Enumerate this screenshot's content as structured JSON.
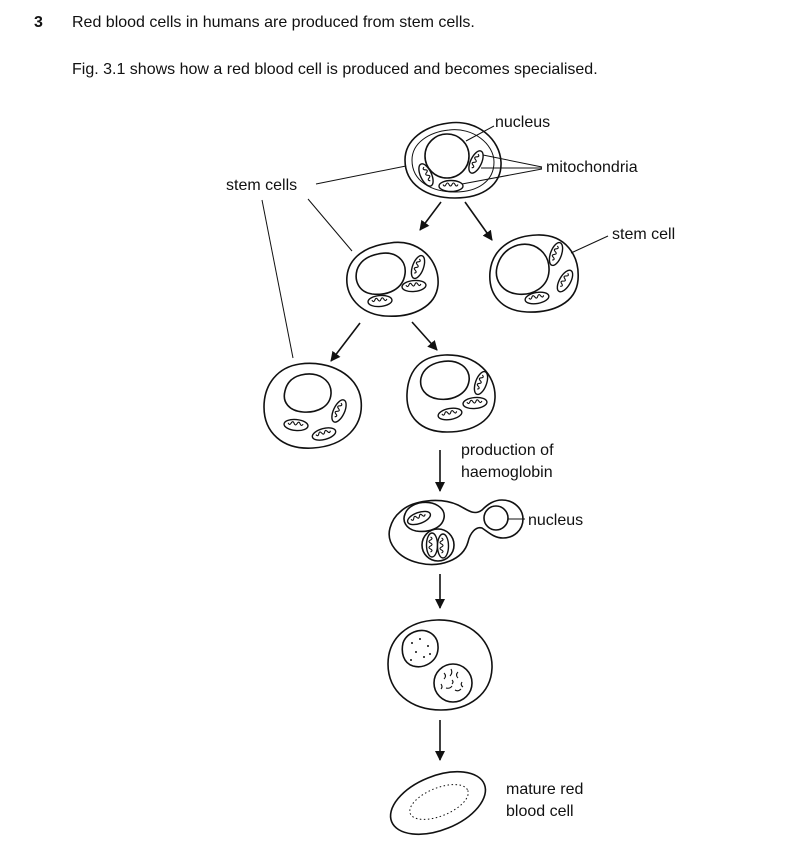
{
  "question": {
    "number": "3",
    "stem": "Red blood cells in humans are produced from stem cells.",
    "figure_caption": "Fig. 3.1 shows how a red blood cell is produced and becomes specialised."
  },
  "figure": {
    "labels": {
      "nucleus_top": "nucleus",
      "mitochondria": "mitochondria",
      "stem_cells": "stem cells",
      "stem_cell": "stem cell",
      "production_line1": "production of",
      "production_line2": "haemoglobin",
      "nucleus_lower": "nucleus",
      "mature_line1": "mature red",
      "mature_line2": "blood cell"
    }
  }
}
